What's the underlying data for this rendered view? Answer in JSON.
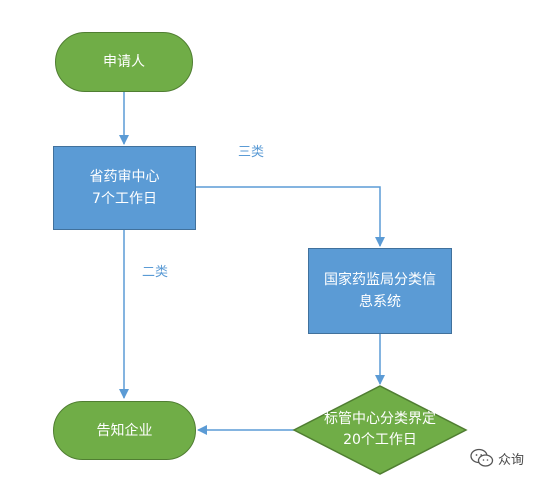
{
  "nodes": {
    "applicant": "申请人",
    "provincial_center": {
      "line1": "省药审中心",
      "line2": "7个工作日"
    },
    "national_system": {
      "line1": "国家药监局分类信",
      "line2": "息系统"
    },
    "standards_center": {
      "line1": "标管中心分类界定",
      "line2": "20个工作日"
    },
    "notify": "告知企业"
  },
  "edge_labels": {
    "class_three": "三类",
    "class_two": "二类"
  },
  "watermark": {
    "text": "众询",
    "icon": "wechat-icon"
  },
  "colors": {
    "terminal_fill": "#70ad47",
    "process_fill": "#5b9bd5",
    "arrow": "#5b9bd5"
  }
}
